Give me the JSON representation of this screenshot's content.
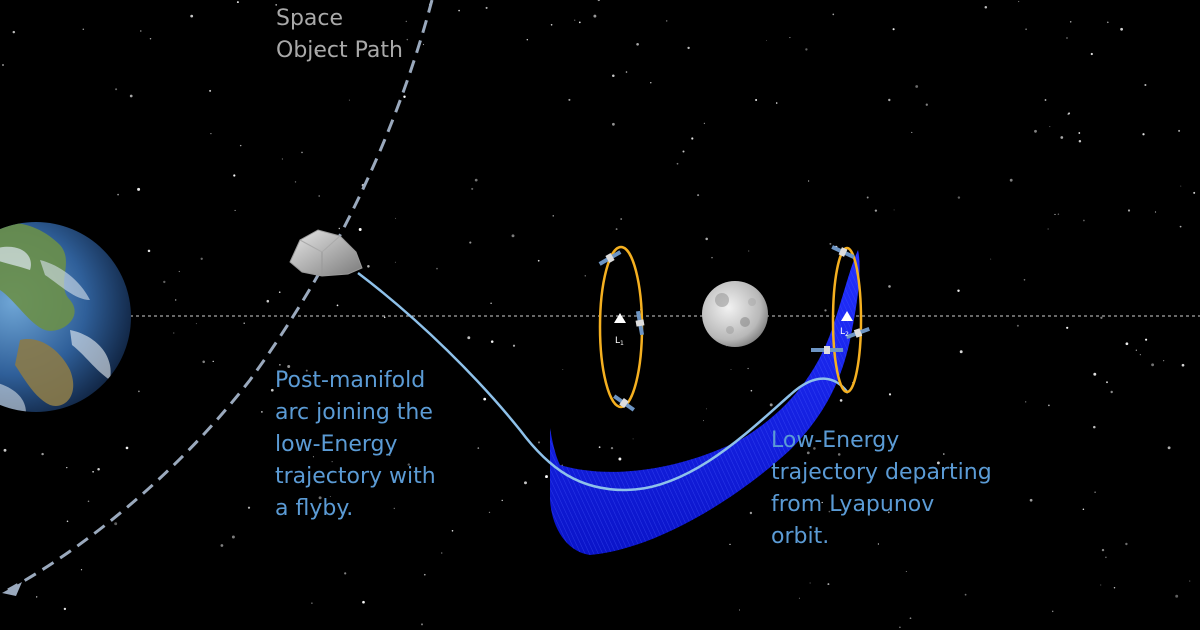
{
  "labels": {
    "space_object_path": [
      "Space",
      "Object Path"
    ],
    "post_manifold": [
      "Post-manifold",
      "arc joining the",
      "low-Energy",
      "trajectory with",
      "a flyby."
    ],
    "low_energy": [
      "Low-Energy",
      "trajectory departing",
      "from Lyapunov",
      "orbit."
    ]
  },
  "lagrange_points": [
    {
      "name": "L",
      "subscript": "1"
    },
    {
      "name": "L",
      "subscript": "2"
    }
  ],
  "colors": {
    "background": "#000000",
    "space_object_path": "#a9a9a9",
    "annotation_text": "#5b9bd5",
    "trajectory_line": "#8ec1ea",
    "manifold_tube": "#1020ff",
    "lyapunov_orbit": "#f5b020",
    "axis_line": "#cccccc"
  },
  "icons": [
    "earth-icon",
    "asteroid-icon",
    "moon-icon",
    "satellite-icon",
    "lagrange-marker-icon"
  ]
}
